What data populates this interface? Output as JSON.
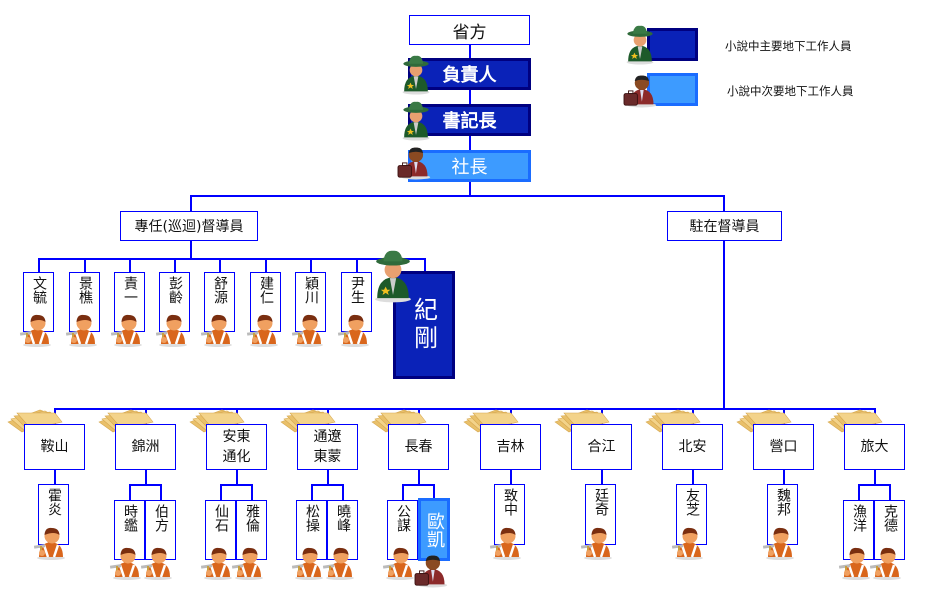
{
  "top": {
    "province": "省方",
    "leaders": [
      {
        "label": "負責人",
        "type": "primary"
      },
      {
        "label": "書記長",
        "type": "primary"
      },
      {
        "label": "社長",
        "type": "secondary"
      }
    ]
  },
  "roving": {
    "label": "專任(巡迴)督導員",
    "members": [
      "文毓",
      "景樵",
      "責一",
      "彭齡",
      "舒源",
      "建仁",
      "穎川",
      "尹生"
    ],
    "lead": {
      "name": "紀剛",
      "type": "primary"
    }
  },
  "resident": {
    "label": "駐在督導員",
    "cities": [
      {
        "name": "鞍山",
        "members": [
          {
            "name": "霍炎",
            "type": "worker"
          }
        ]
      },
      {
        "name": "錦洲",
        "members": [
          {
            "name": "時鑑",
            "type": "worker"
          },
          {
            "name": "伯方",
            "type": "worker"
          }
        ]
      },
      {
        "name": "安東\n通化",
        "members": [
          {
            "name": "仙石",
            "type": "worker"
          },
          {
            "name": "雅倫",
            "type": "worker"
          }
        ]
      },
      {
        "name": "通遼\n東蒙",
        "members": [
          {
            "name": "松操",
            "type": "worker"
          },
          {
            "name": "曉峰",
            "type": "worker"
          }
        ]
      },
      {
        "name": "長春",
        "members": [
          {
            "name": "公謀",
            "type": "worker"
          },
          {
            "name": "歐凱",
            "type": "secondary"
          }
        ]
      },
      {
        "name": "吉林",
        "members": [
          {
            "name": "致中",
            "type": "worker"
          }
        ]
      },
      {
        "name": "合江",
        "members": [
          {
            "name": "廷奇",
            "type": "worker"
          }
        ]
      },
      {
        "name": "北安",
        "members": [
          {
            "name": "友芝",
            "type": "worker"
          }
        ]
      },
      {
        "name": "營口",
        "members": [
          {
            "name": "魏邦",
            "type": "worker"
          }
        ]
      },
      {
        "name": "旅大",
        "members": [
          {
            "name": "漁洋",
            "type": "worker"
          },
          {
            "name": "克德",
            "type": "worker"
          }
        ]
      }
    ]
  },
  "legend": [
    {
      "label": "小說中主要地下工作人員",
      "type": "primary"
    },
    {
      "label": "小說中次要地下工作人員",
      "type": "secondary"
    }
  ],
  "colors": {
    "line": "#0000ff",
    "primary_fill": "#0a22b8",
    "primary_border": "#000080",
    "secondary_fill": "#3d9bff",
    "secondary_border": "#1a6cff"
  }
}
